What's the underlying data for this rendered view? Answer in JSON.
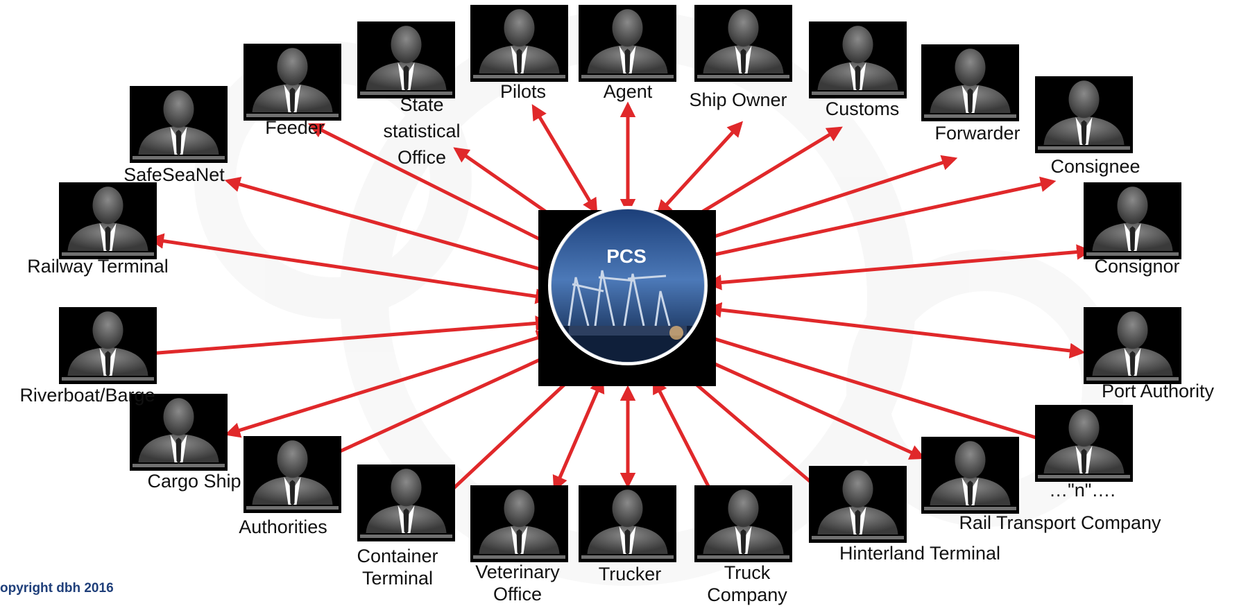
{
  "center": {
    "label": "PCS"
  },
  "copyright": "opyright dbh 2016",
  "colors": {
    "arrow": "#e0282a",
    "node_bg": "#000000",
    "person": "#5a5a5a",
    "shirt": "#ffffff",
    "circle_ring": "#d8d8d8"
  },
  "icons": {
    "node": "person-silhouette-icon",
    "hub": "port-cranes-photo"
  },
  "participants": [
    {
      "name": "Pilots",
      "lines": [
        "Pilots"
      ]
    },
    {
      "name": "Agent",
      "lines": [
        "Agent"
      ]
    },
    {
      "name": "Ship Owner",
      "lines": [
        "Ship Owner"
      ]
    },
    {
      "name": "Customs",
      "lines": [
        "Customs"
      ]
    },
    {
      "name": "Forwarder",
      "lines": [
        "Forwarder"
      ]
    },
    {
      "name": "Consignee",
      "lines": [
        "Consignee"
      ]
    },
    {
      "name": "Consignor",
      "lines": [
        "Consignor"
      ]
    },
    {
      "name": "Port Authority",
      "lines": [
        "Port Authority"
      ]
    },
    {
      "name": "…\"n\"….",
      "lines": [
        "…\"n\"…."
      ]
    },
    {
      "name": "Rail Transport Company",
      "lines": [
        "Rail Transport Company"
      ]
    },
    {
      "name": "Hinterland Terminal",
      "lines": [
        "Hinterland Terminal"
      ]
    },
    {
      "name": "Truck Company",
      "lines": [
        "Truck",
        "Company"
      ]
    },
    {
      "name": "Trucker",
      "lines": [
        "Trucker"
      ]
    },
    {
      "name": "Veterinary Office",
      "lines": [
        "Veterinary",
        "Office"
      ]
    },
    {
      "name": "Container Terminal",
      "lines": [
        "Container",
        "Terminal"
      ]
    },
    {
      "name": "Authorities",
      "lines": [
        "Authorities"
      ]
    },
    {
      "name": "Cargo Ship",
      "lines": [
        "Cargo Ship"
      ]
    },
    {
      "name": "Riverboat/Barge",
      "lines": [
        "Riverboat/Barge"
      ]
    },
    {
      "name": "Railway Terminal",
      "lines": [
        "Railway Terminal"
      ]
    },
    {
      "name": "SafeSeaNet",
      "lines": [
        "SafeSeaNet"
      ]
    },
    {
      "name": "Feeder",
      "lines": [
        "Feeder"
      ]
    },
    {
      "name": "State statistical Office",
      "lines": [
        "State",
        "statistical",
        "Office"
      ]
    }
  ]
}
